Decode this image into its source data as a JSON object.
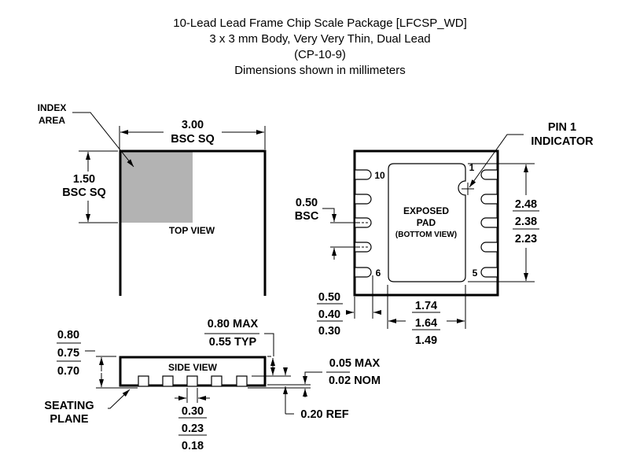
{
  "title": {
    "line1": "10-Lead Lead Frame Chip Scale Package [LFCSP_WD]",
    "line2": "3 x 3 mm Body, Very Very Thin, Dual Lead",
    "line3": "(CP-10-9)",
    "line4": "Dimensions shown in millimeters"
  },
  "top_view": {
    "label": "TOP VIEW",
    "index_area": [
      "INDEX",
      "AREA"
    ],
    "body_dim": [
      "3.00",
      "BSC SQ"
    ],
    "index_dim": [
      "1.50",
      "BSC SQ"
    ],
    "index_fill": "#b3b3b3"
  },
  "bottom_view": {
    "pad_label": [
      "EXPOSED",
      "PAD",
      "(BOTTOM VIEW)"
    ],
    "pin1_indicator": [
      "PIN  1",
      "INDICATOR"
    ],
    "pin_numbers": {
      "p10": "10",
      "p6": "6",
      "p1": "1",
      "p5": "5"
    },
    "pitch": [
      "0.50",
      "BSC"
    ],
    "pad_length": [
      "2.48",
      "2.38",
      "2.23"
    ],
    "lead_length": [
      "0.50",
      "0.40",
      "0.30"
    ],
    "pad_width": [
      "1.74",
      "1.64",
      "1.49"
    ]
  },
  "side_view": {
    "label": "SIDE VIEW",
    "height": [
      "0.80",
      "0.75",
      "0.70"
    ],
    "top_thickness": [
      "0.80 MAX",
      "0.55 TYP"
    ],
    "standoff": [
      "0.05 MAX",
      "0.02 NOM"
    ],
    "ref": "0.20 REF",
    "seating_plane": [
      "SEATING",
      "PLANE"
    ],
    "lead_width": [
      "0.30",
      "0.23",
      "0.18"
    ]
  }
}
